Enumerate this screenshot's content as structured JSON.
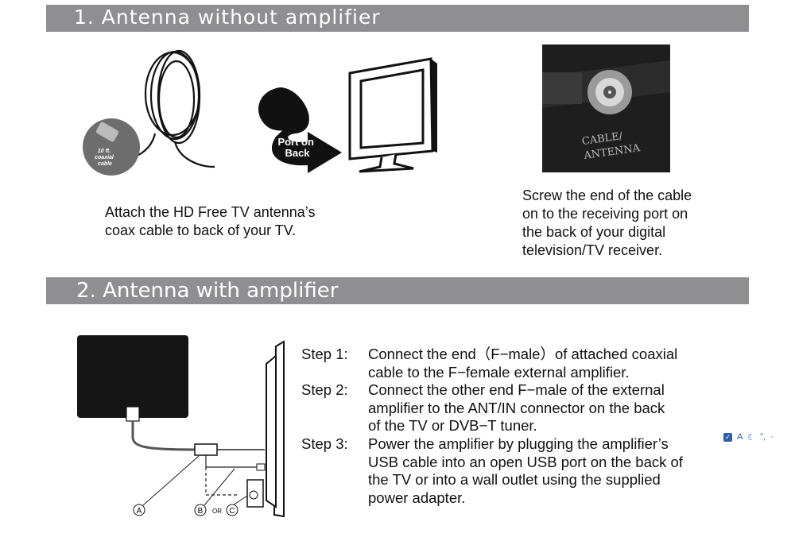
{
  "section1": {
    "title": "1. Antenna  without  amplifier",
    "cable_label": "10 ft.\ncoaxial\ncable",
    "port_label": "Port on\nBack",
    "connector_label": "CABLE/\nANTENNA",
    "caption_left": "Attach the  HD  Free  TV  antenna’s\ncoax cable to back of your TV.",
    "caption_right": "Screw the end of the cable\non to the receiving port on\n the back of your digital\ntelevision/TV receiver."
  },
  "section2": {
    "title": "2. Antenna with amplifier",
    "diagram_labels": {
      "a": "A",
      "b": "B",
      "or": "OR",
      "c": "C"
    },
    "steps": [
      {
        "label": "Step 1:",
        "text": "Connect the end（F−male）of attached coaxial\ncable to the F−female external amplifier."
      },
      {
        "label": "Step 2:",
        "text": "Connect the other end F−male of the external\namplifier to the ANT/IN connector on the back\nof the TV or DVB−T tuner."
      },
      {
        "label": "Step 3:",
        "text": "Power the amplifier by plugging the amplifier’s\nUSB cable into an open USB port on the back of\nthe TV or into a wall outlet using the supplied\npower adapter."
      }
    ]
  },
  "toolbar": {
    "items": [
      "A"
    ]
  }
}
